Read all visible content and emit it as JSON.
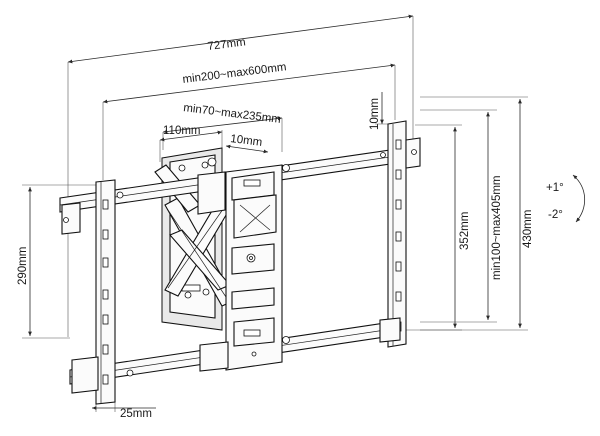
{
  "dimensions": {
    "width_total": "727mm",
    "width_range": "min200~max600mm",
    "arm_range": "min70~max235mm",
    "plate_width": "110mm",
    "gap_small": "10mm",
    "gap_top": "10mm",
    "height_left": "290mm",
    "height_rail": "352mm",
    "height_range": "min100~max405mm",
    "height_total": "430mm",
    "rail_width": "25mm"
  },
  "tilt": {
    "up": "+1°",
    "down": "-2°"
  }
}
